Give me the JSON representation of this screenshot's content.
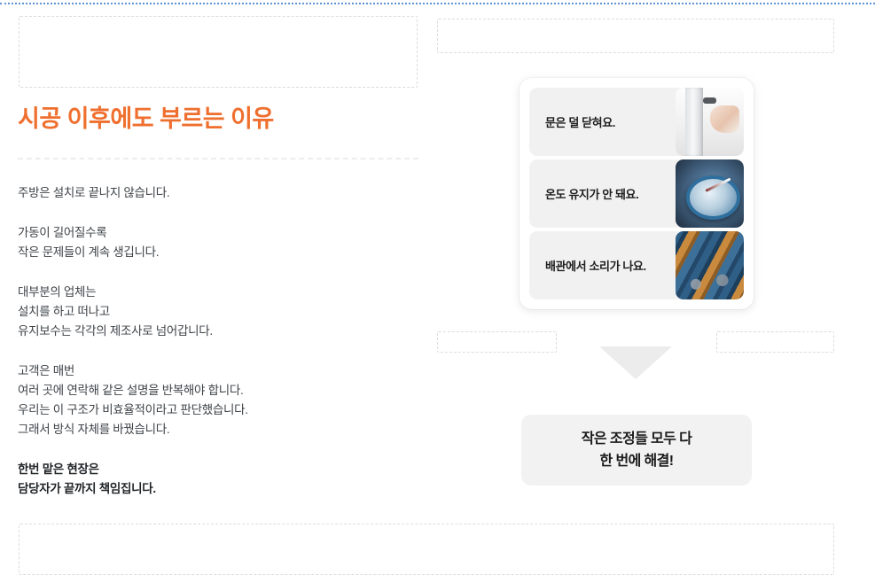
{
  "page": {
    "heading": "시공 이후에도 부르는 이유"
  },
  "body": {
    "paragraphs": [
      {
        "bold": false,
        "lines": [
          "주방은 설치로 끝나지 않습니다."
        ]
      },
      {
        "bold": false,
        "lines": [
          "가동이 길어질수록",
          "작은 문제들이 계속 생깁니다."
        ]
      },
      {
        "bold": false,
        "lines": [
          "대부분의 업체는",
          "설치를 하고 떠나고",
          "유지보수는 각각의 제조사로 넘어갑니다."
        ]
      },
      {
        "bold": false,
        "lines": [
          "고객은 매번",
          "여러 곳에 연락해 같은 설명을 반복해야 합니다.",
          "우리는 이 구조가 비효율적이라고 판단했습니다.",
          "그래서 방식 자체를 바꿨습니다."
        ]
      },
      {
        "bold": true,
        "lines": [
          "한번 맡은 현장은",
          "담당자가 끝까지 책임집니다."
        ]
      }
    ]
  },
  "symptoms": {
    "cards": [
      {
        "label": "문은 덜 닫혀요.",
        "thumb": "fridge-door-photo"
      },
      {
        "label": "온도 유지가 안 돼요.",
        "thumb": "temperature-gauge-photo"
      },
      {
        "label": "배관에서 소리가 나요.",
        "thumb": "pipes-photo"
      }
    ]
  },
  "arrow": {
    "icon": "arrow-down-icon"
  },
  "solution": {
    "lines": [
      "작은 조정들 모두 다",
      "한 번에 해결!"
    ]
  },
  "colors": {
    "heading_orange": "#ef6f2e",
    "body_text": "#3e4348",
    "card_background": "#f1f1f1",
    "callout_background": "#f2f2f2",
    "arrow_gray": "#ececec",
    "top_rule_blue": "#5b93d6",
    "placeholder_border": "#dcdcdc"
  }
}
